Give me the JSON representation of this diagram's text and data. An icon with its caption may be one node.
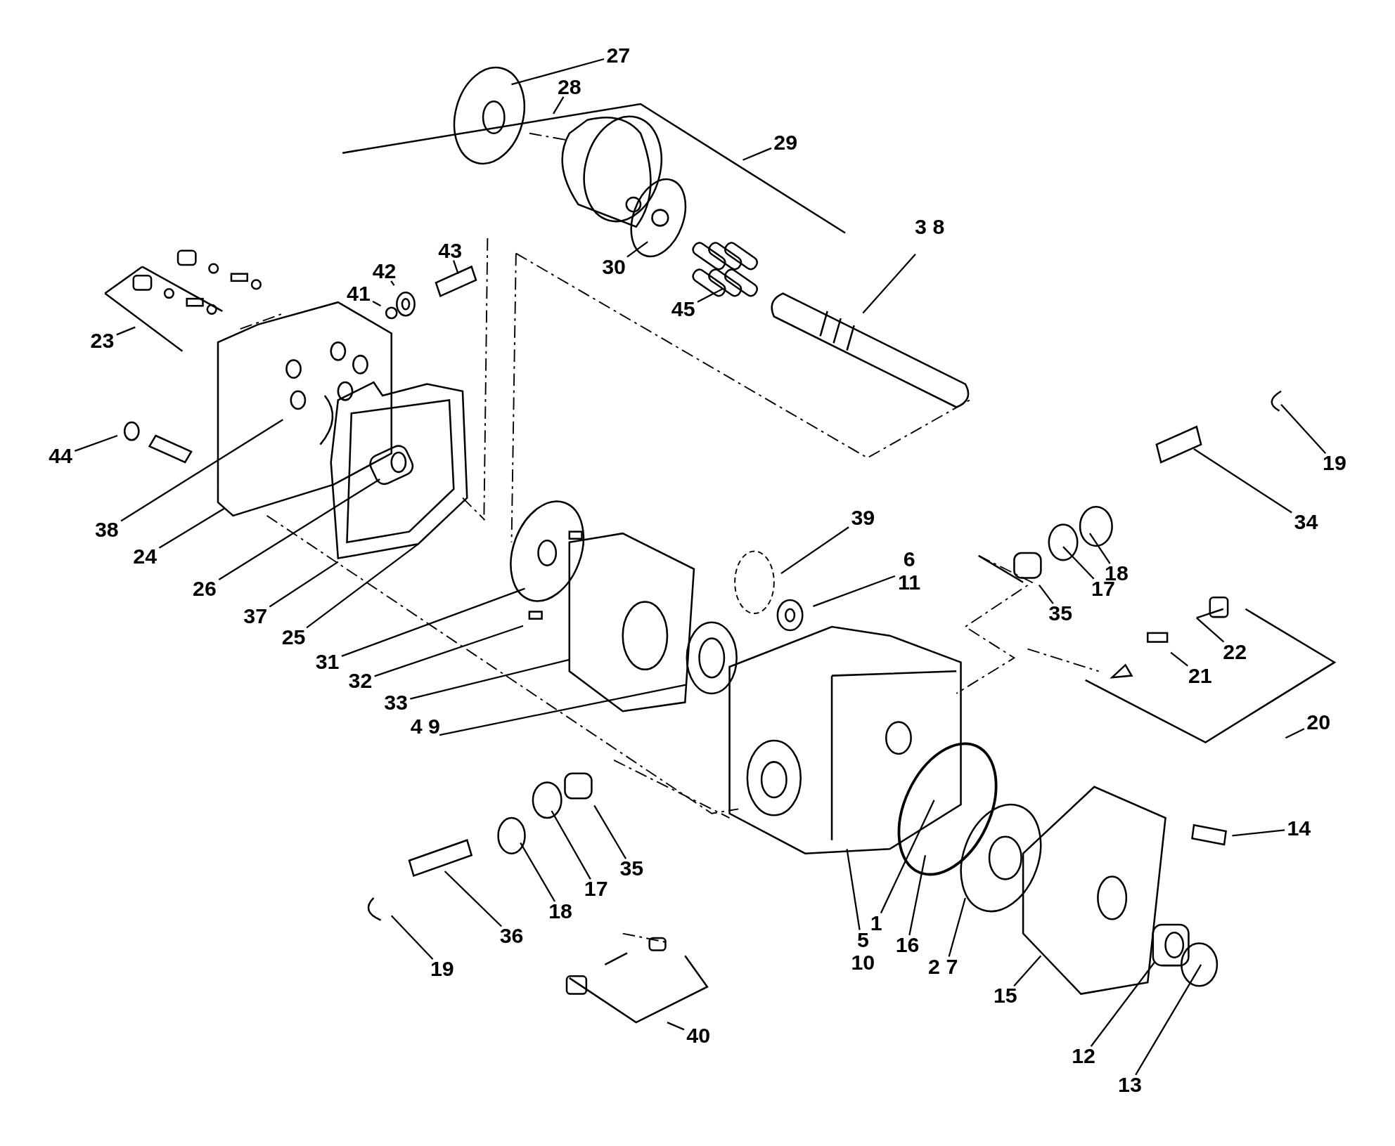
{
  "diagram": {
    "nodes": [
      {
        "text": [
          "27"
        ]
      },
      {
        "text": [
          "28"
        ]
      },
      {
        "text": [
          "29"
        ]
      },
      {
        "text": [
          "43"
        ]
      },
      {
        "text": [
          "3 8"
        ]
      },
      {
        "text": [
          "42"
        ]
      },
      {
        "text": [
          "30"
        ]
      },
      {
        "text": [
          "41"
        ]
      },
      {
        "text": [
          "45"
        ]
      },
      {
        "text": [
          "23"
        ]
      },
      {
        "text": [
          "44"
        ]
      },
      {
        "text": [
          "19"
        ]
      },
      {
        "text": [
          "39"
        ]
      },
      {
        "text": [
          "34"
        ]
      },
      {
        "text": [
          "38"
        ]
      },
      {
        "text": [
          "6 11"
        ]
      },
      {
        "text": [
          "24"
        ]
      },
      {
        "text": [
          "18"
        ]
      },
      {
        "text": [
          "26"
        ]
      },
      {
        "text": [
          "17"
        ]
      },
      {
        "text": [
          "35"
        ]
      },
      {
        "text": [
          "37"
        ]
      },
      {
        "text": [
          "25"
        ]
      },
      {
        "text": [
          "22"
        ]
      },
      {
        "text": [
          "31"
        ]
      },
      {
        "text": [
          "21"
        ]
      },
      {
        "text": [
          "32"
        ]
      },
      {
        "text": [
          "33"
        ]
      },
      {
        "text": [
          "20"
        ]
      },
      {
        "text": [
          "4 9"
        ]
      },
      {
        "text": [
          "14"
        ]
      },
      {
        "text": [
          "35"
        ]
      },
      {
        "text": [
          "17"
        ]
      },
      {
        "text": [
          "18"
        ]
      },
      {
        "text": [
          "1"
        ]
      },
      {
        "text": [
          "36"
        ]
      },
      {
        "text": [
          "16"
        ]
      },
      {
        "text": [
          "5 10"
        ]
      },
      {
        "text": [
          "2 7"
        ]
      },
      {
        "text": [
          "19"
        ]
      },
      {
        "text": [
          "15"
        ]
      },
      {
        "text": [
          "40"
        ]
      },
      {
        "text": [
          "12"
        ]
      },
      {
        "text": [
          "13"
        ]
      }
    ],
    "edges": [
      {
        "from": 0,
        "to": null,
        "arrow": "none"
      },
      {
        "from": 1,
        "to": null,
        "arrow": "none"
      },
      {
        "from": 2,
        "to": null,
        "arrow": "none"
      },
      {
        "from": 3,
        "to": null,
        "arrow": "none"
      },
      {
        "from": 4,
        "to": null,
        "arrow": "none"
      },
      {
        "from": 5,
        "to": null,
        "arrow": "none"
      },
      {
        "from": 6,
        "to": null,
        "arrow": "none"
      },
      {
        "from": 7,
        "to": null,
        "arrow": "none"
      },
      {
        "from": 8,
        "to": null,
        "arrow": "none"
      },
      {
        "from": 9,
        "to": null,
        "arrow": "none"
      },
      {
        "from": 10,
        "to": null,
        "arrow": "none"
      },
      {
        "from": 11,
        "to": null,
        "arrow": "none"
      },
      {
        "from": 12,
        "to": null,
        "arrow": "none"
      },
      {
        "from": 13,
        "to": null,
        "arrow": "none"
      },
      {
        "from": 14,
        "to": null,
        "arrow": "none"
      },
      {
        "from": 15,
        "to": null,
        "arrow": "none"
      },
      {
        "from": 16,
        "to": null,
        "arrow": "none"
      },
      {
        "from": 17,
        "to": null,
        "arrow": "none"
      },
      {
        "from": 18,
        "to": null,
        "arrow": "none"
      },
      {
        "from": 19,
        "to": null,
        "arrow": "none"
      },
      {
        "from": 20,
        "to": null,
        "arrow": "none"
      },
      {
        "from": 21,
        "to": null,
        "arrow": "none"
      },
      {
        "from": 22,
        "to": null,
        "arrow": "none"
      },
      {
        "from": 23,
        "to": null,
        "arrow": "none"
      },
      {
        "from": 24,
        "to": null,
        "arrow": "none"
      },
      {
        "from": 25,
        "to": null,
        "arrow": "none"
      },
      {
        "from": 26,
        "to": null,
        "arrow": "none"
      },
      {
        "from": 27,
        "to": null,
        "arrow": "none"
      },
      {
        "from": 28,
        "to": null,
        "arrow": "none"
      },
      {
        "from": 29,
        "to": null,
        "arrow": "none"
      },
      {
        "from": 30,
        "to": null,
        "arrow": "none"
      },
      {
        "from": 31,
        "to": null,
        "arrow": "none"
      },
      {
        "from": 32,
        "to": null,
        "arrow": "none"
      },
      {
        "from": 33,
        "to": null,
        "arrow": "none"
      },
      {
        "from": 34,
        "to": null,
        "arrow": "none"
      },
      {
        "from": 35,
        "to": null,
        "arrow": "none"
      },
      {
        "from": 36,
        "to": null,
        "arrow": "none"
      },
      {
        "from": 37,
        "to": null,
        "arrow": "none"
      },
      {
        "from": 38,
        "to": null,
        "arrow": "none"
      },
      {
        "from": 39,
        "to": null,
        "arrow": "none"
      },
      {
        "from": 40,
        "to": null,
        "arrow": "none"
      },
      {
        "from": 41,
        "to": null,
        "arrow": "none"
      },
      {
        "from": 42,
        "to": null,
        "arrow": "none"
      },
      {
        "from": 43,
        "to": null,
        "arrow": "none"
      }
    ]
  }
}
